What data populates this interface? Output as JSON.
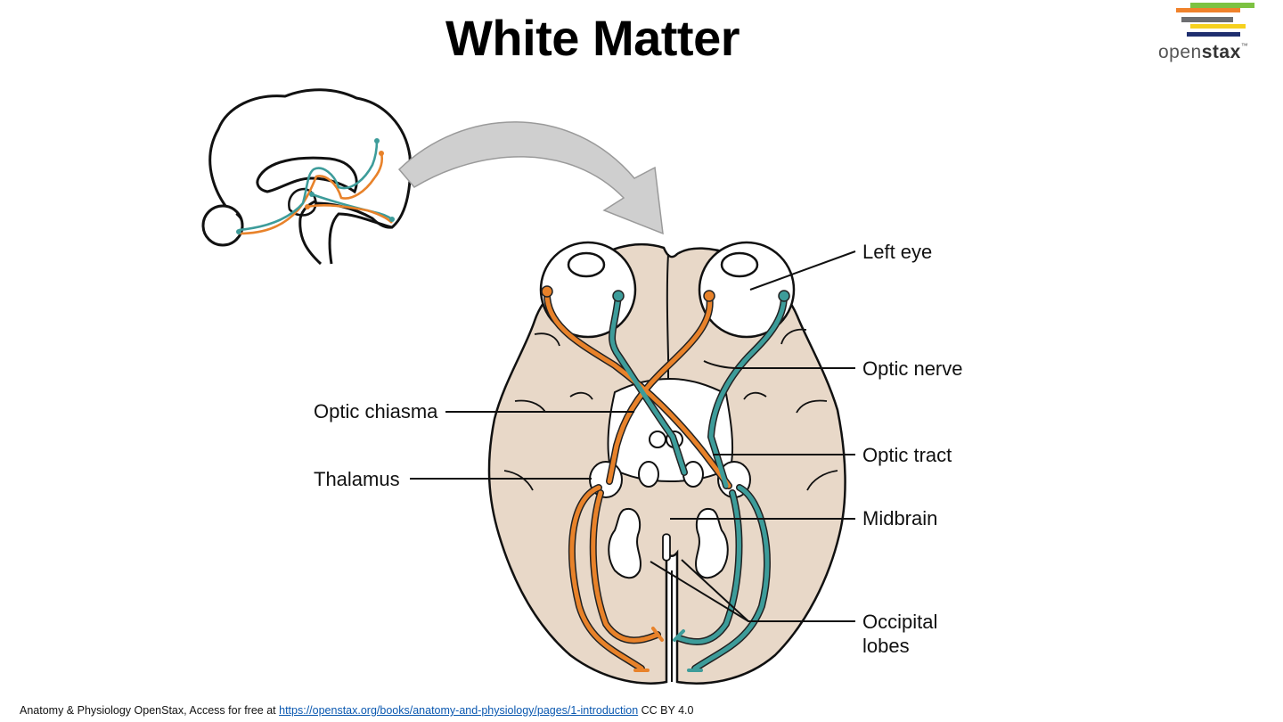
{
  "slide": {
    "title": "White Matter"
  },
  "logo": {
    "text_light": "open",
    "text_bold": "stax",
    "tm": "™",
    "bar_colors": [
      "#f0822b",
      "#7dc242",
      "#6d6e71",
      "#f6d11e",
      "#1f2f6f"
    ]
  },
  "colors": {
    "left_pathway": "#e8822a",
    "right_pathway": "#3d9c9a",
    "brain_fill": "#e8d8c8",
    "arrow_fill": "#cfcfcf"
  },
  "labels": {
    "left_eye": "Left eye",
    "optic_nerve": "Optic nerve",
    "optic_chiasma": "Optic chiasma",
    "optic_tract": "Optic tract",
    "thalamus": "Thalamus",
    "midbrain": "Midbrain",
    "occipital_lobes_1": "Occipital",
    "occipital_lobes_2": "lobes"
  },
  "footer": {
    "prefix": "Anatomy & Physiology OpenStax, Access for free at ",
    "link": "https://openstax.org/books/anatomy-and-physiology/pages/1-introduction",
    "suffix": " CC BY 4.0"
  }
}
